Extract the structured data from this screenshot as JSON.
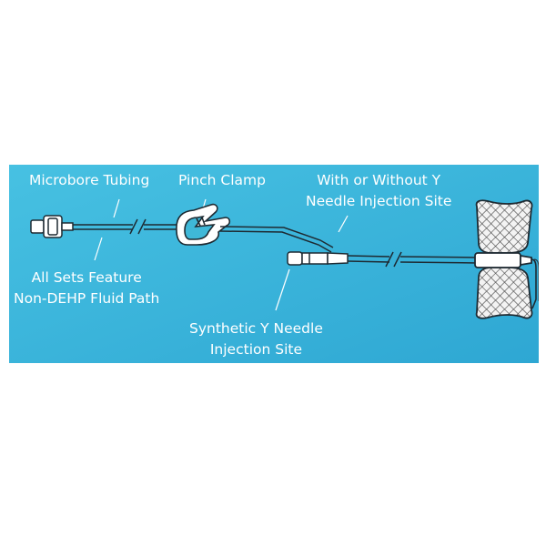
{
  "diagram": {
    "background_color": "#3fb8d8",
    "line_color": "#1e2a32",
    "mesh_color": "#e9e9e9",
    "labels": {
      "microbore_tubing": "Microbore Tubing",
      "pinch_clamp": "Pinch Clamp",
      "with_or_without_y": [
        "With or Without Y",
        "Needle Injection Site"
      ],
      "all_sets_feature": [
        "All Sets Feature",
        "Non-DEHP Fluid Path"
      ],
      "synthetic_y_needle": [
        "Synthetic Y Needle",
        "Injection Site"
      ]
    }
  }
}
